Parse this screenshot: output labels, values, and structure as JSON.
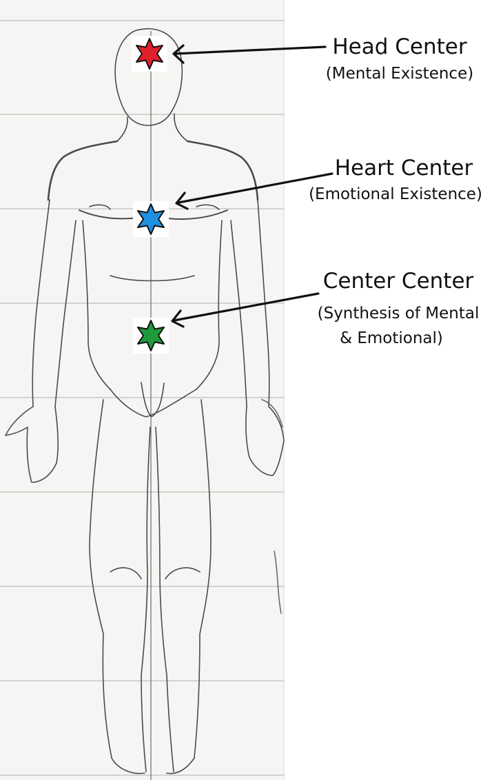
{
  "centers": [
    {
      "title": "Head Center",
      "subtitle_lines": [
        "(Mental Existence)"
      ],
      "star_color": "#e0202a"
    },
    {
      "title": "Heart Center",
      "subtitle_lines": [
        "(Emotional Existence)"
      ],
      "star_color": "#1e90e0"
    },
    {
      "title": "Center Center",
      "subtitle_lines": [
        "(Synthesis of Mental",
        "& Emotional)"
      ],
      "star_color": "#1f9a3a"
    }
  ],
  "colors": {
    "paper": "#f7f5f3",
    "rule_lines": "#bdbdbd",
    "pencil": "#4a4a4a",
    "arrow": "#111111"
  },
  "icons": [
    "six-pointed-star-icon",
    "arrow-icon"
  ]
}
